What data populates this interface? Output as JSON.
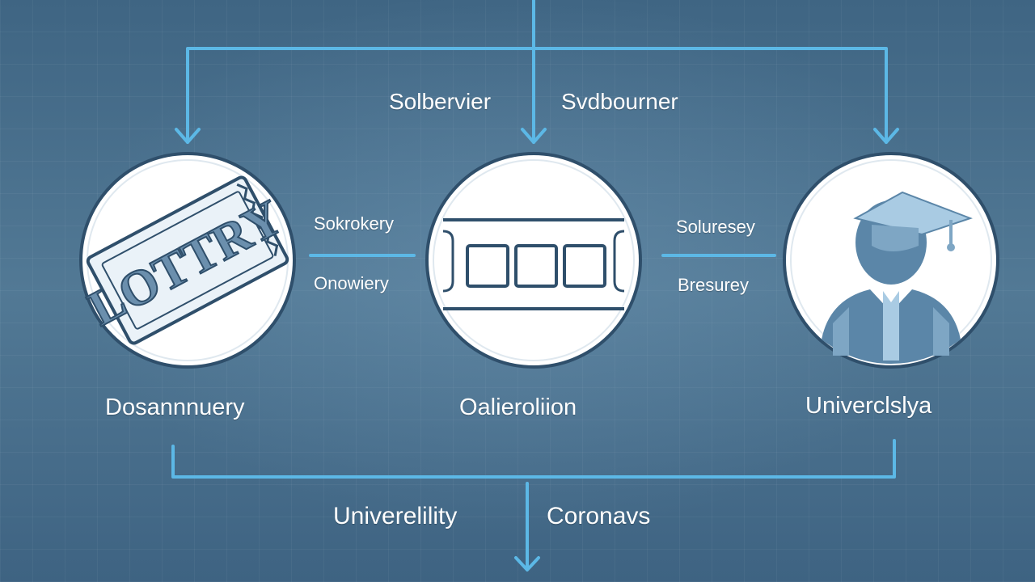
{
  "labels": {
    "top_left": "Solbervier",
    "top_right": "Svdbourner",
    "mid_left_upper": "Sokrokery",
    "mid_left_lower": "Onowiery",
    "mid_right_upper": "Soluresey",
    "mid_right_lower": "Bresurey",
    "caption_left": "Dosannnuery",
    "caption_center": "Oalieroliion",
    "caption_right": "Univerclslya",
    "bottom_left": "Univerelility",
    "bottom_right": "Coronavs"
  },
  "nodes": {
    "left_icon": "lottery-ticket-icon",
    "left_ticket_text": "LOTTRY",
    "center_icon": "ticket-strip-icon",
    "right_icon": "graduate-icon"
  },
  "colors": {
    "background": "#4a6f8c",
    "connector": "#5cb8e6",
    "circle_fill": "#ffffff",
    "circle_stroke": "#2f4f6b",
    "icon_blue": "#5b86a8",
    "icon_light": "#a9cbe3"
  }
}
